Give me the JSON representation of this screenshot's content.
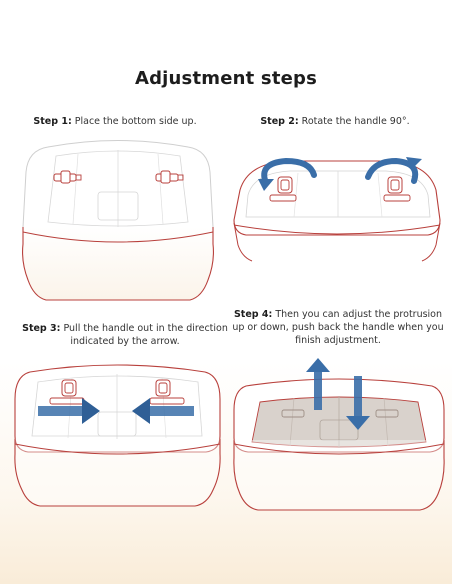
{
  "title": "Adjustment steps",
  "steps": [
    {
      "label": "Step 1:",
      "text": " Place the bottom side up."
    },
    {
      "label": "Step 2:",
      "text": " Rotate the handle 90°."
    },
    {
      "label": "Step 3:",
      "text": " Pull the handle out in the direction indicated by the arrow."
    },
    {
      "label": "Step 4:",
      "text": " Then you can adjust the protrusion up or down, push back the handle when you finish adjustment."
    }
  ],
  "colors": {
    "outline": "#b8403c",
    "line": "#c9c9c9",
    "arrow": "#3a6ea8",
    "highlight": "#d9d2cc"
  },
  "icons": [
    "rotate-arrow-icon",
    "pull-arrow-icon",
    "up-down-arrow-icon"
  ]
}
